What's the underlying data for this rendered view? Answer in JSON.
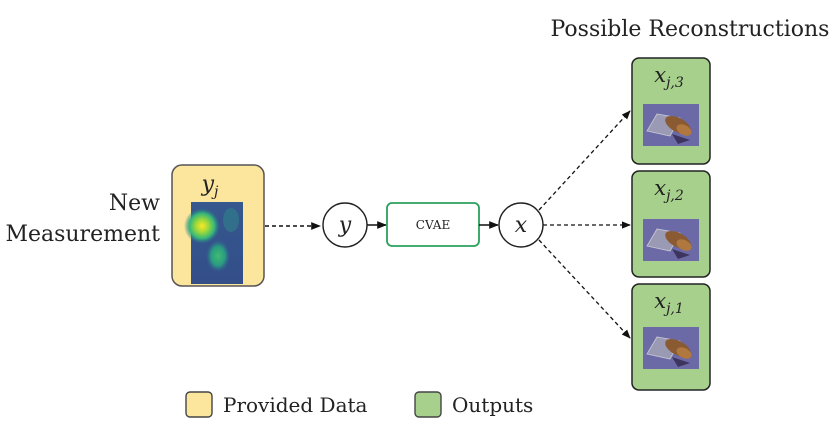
{
  "header": {
    "title": "Possible Reconstructions"
  },
  "input": {
    "label_line1": "New",
    "label_line2": "Measurement",
    "var_main": "y",
    "var_sub": "j"
  },
  "nodes": {
    "y_node": "y",
    "cvae": "CVAE",
    "x_node": "x"
  },
  "outputs": [
    {
      "main": "x",
      "sub": "j,3"
    },
    {
      "main": "x",
      "sub": "j,2"
    },
    {
      "main": "x",
      "sub": "j,1"
    }
  ],
  "legend": {
    "provided": "Provided Data",
    "outputs": "Outputs"
  },
  "colors": {
    "provided_fill": "#fce59c",
    "provided_stroke": "#555555",
    "output_fill": "#a6d08c",
    "output_stroke": "#222222",
    "cvae_stroke": "#2aa05a",
    "render_bg": "#6b6aa6"
  }
}
